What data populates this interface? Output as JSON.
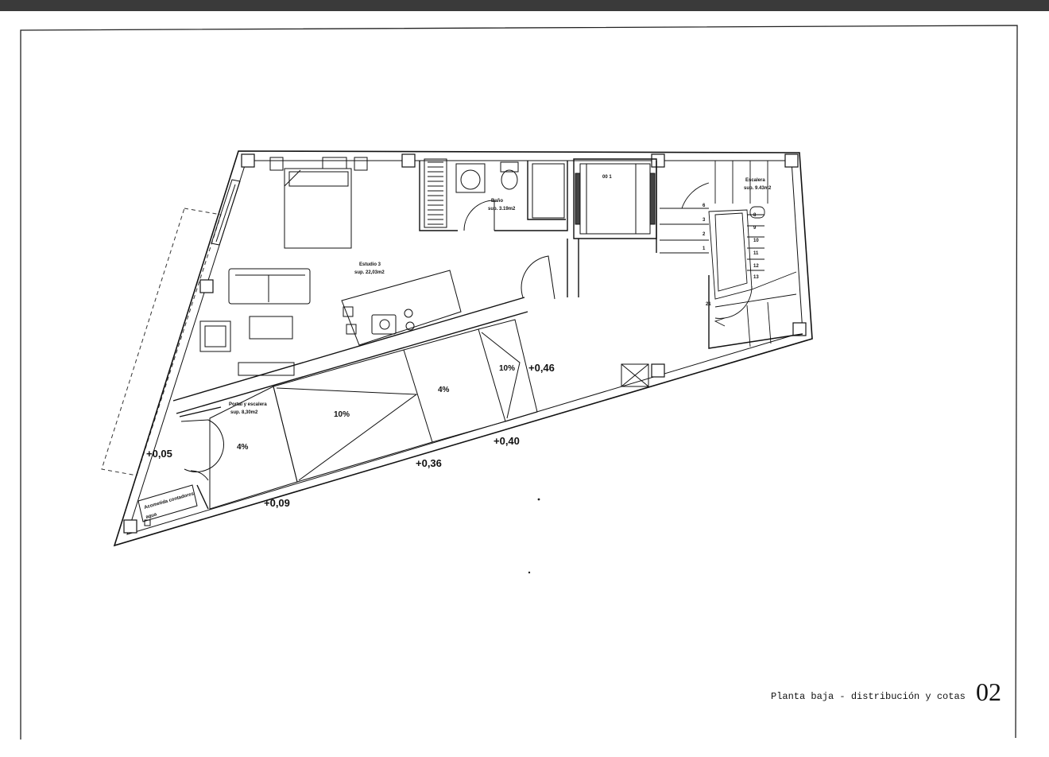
{
  "sheet": {
    "caption": "Planta baja - distribución y cotas",
    "number": "02"
  },
  "rooms": {
    "bano": {
      "name": "Baño",
      "area": "sup. 3.19m2"
    },
    "escalera": {
      "name": "Escalera",
      "area": "sup. 9.43m2"
    },
    "estudio": {
      "name": "Estudio 3",
      "area": "sup. 22,03m2"
    },
    "portal": {
      "name": "Portal y escalera",
      "area": "sup. 8,30m2"
    },
    "acometida": {
      "line1": "Acometida contadores",
      "line2": "agua"
    },
    "ascensor": {
      "label": "00 1"
    }
  },
  "slopes": {
    "s1": "10%",
    "s2": "4%",
    "s3": "10%",
    "s4": "4%"
  },
  "levels": {
    "l1": "+0,46",
    "l2": "+0,40",
    "l3": "+0,36",
    "l4": "+0,09",
    "l5": "+0,05"
  },
  "steps": [
    "6",
    "3",
    "2",
    "1",
    "8",
    "9",
    "10",
    "11",
    "12",
    "13",
    "21"
  ]
}
